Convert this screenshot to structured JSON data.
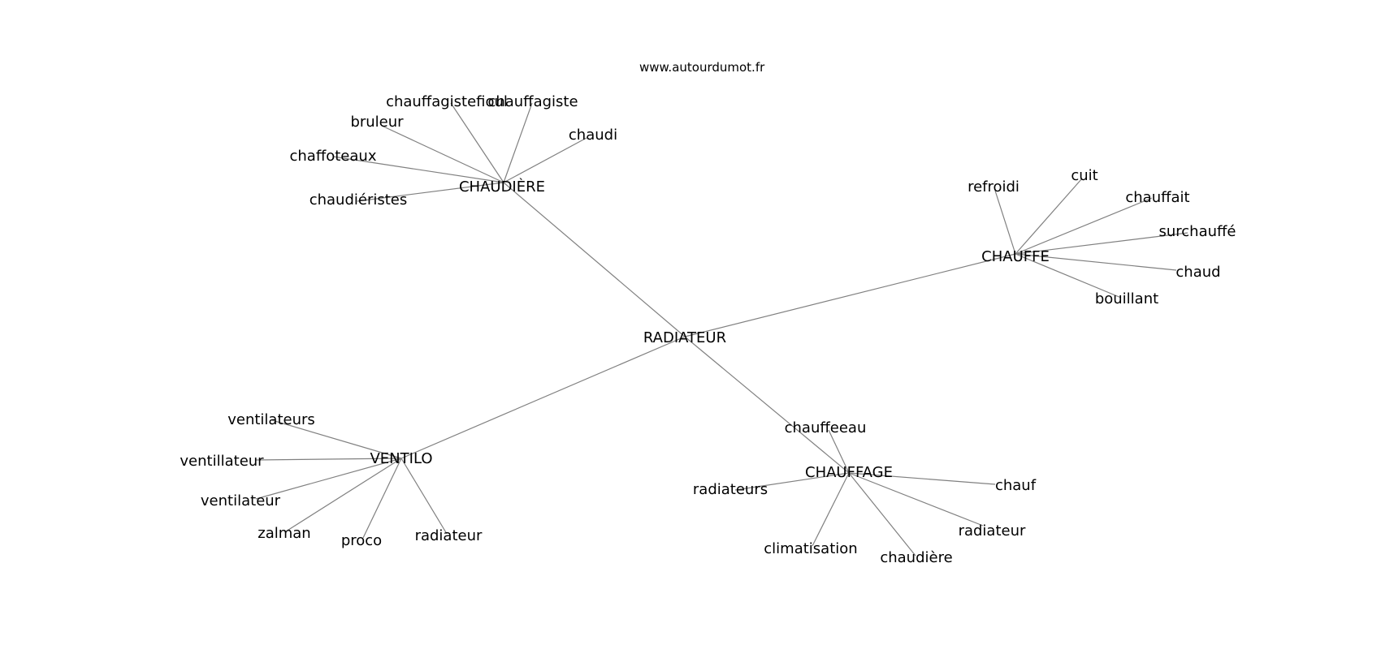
{
  "watermark": "www.autourdumot.fr",
  "center": "RADIATEUR",
  "hubs": [
    {
      "label": "CHAUDIÈRE",
      "leaves": [
        "chauffagistefioul",
        "chauffagiste",
        "bruleur",
        "chaudi",
        "chaffoteaux",
        "chaudiéristes"
      ]
    },
    {
      "label": "CHAUFFE",
      "leaves": [
        "refroidi",
        "cuit",
        "chauffait",
        "surchauffé",
        "chaud",
        "bouillant"
      ]
    },
    {
      "label": "VENTILO",
      "leaves": [
        "ventilateurs",
        "ventillateur",
        "ventilateur",
        "zalman",
        "proco",
        "radiateur"
      ]
    },
    {
      "label": "CHAUFFAGE",
      "leaves": [
        "chauffeeau",
        "radiateurs",
        "chauf",
        "radiateur",
        "climatisation",
        "chaudière"
      ]
    }
  ],
  "colors": {
    "edge": "#808080",
    "text": "#000000",
    "background": "#ffffff"
  }
}
